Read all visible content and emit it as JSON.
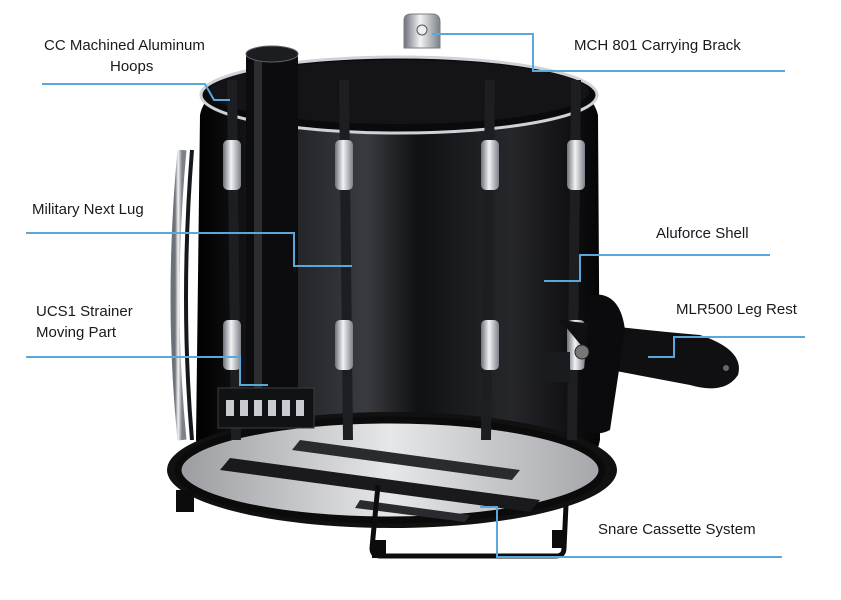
{
  "labels": {
    "hoops_line1": "CC Machined Aluminum",
    "hoops_line2": "Hoops",
    "bracket": "MCH 801 Carrying Brack",
    "lug": "Military Next Lug",
    "shell": "Aluforce Shell",
    "strainer_line1": "UCS1 Strainer",
    "strainer_line2": "Moving Part",
    "leg_rest": "MLR500 Leg Rest",
    "snare": "Snare Cassette System"
  },
  "colors": {
    "leader": "#5aa7dc",
    "drum_body": "#0d0d0f",
    "chrome": "#c9ccd2",
    "head": "#d7d9dc"
  }
}
